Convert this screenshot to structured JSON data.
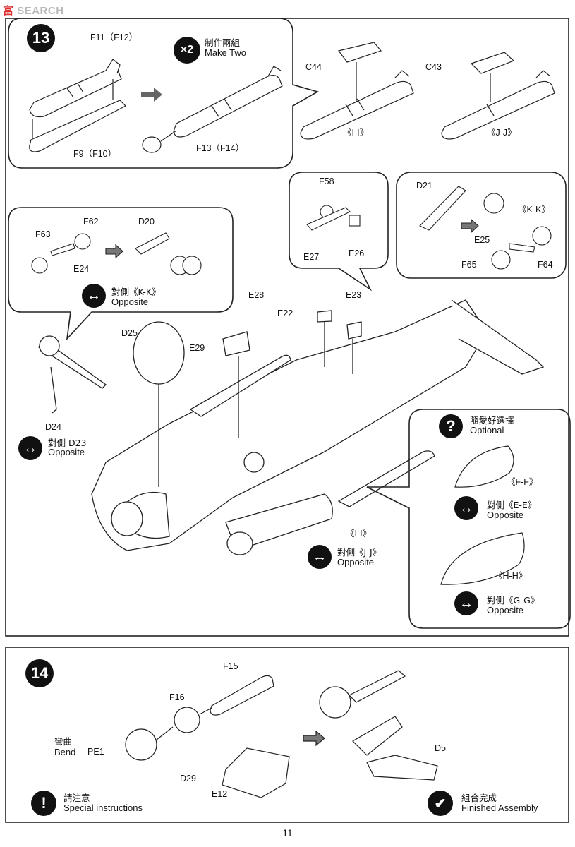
{
  "watermark": {
    "prefix": "富",
    "suffix": "SEARCH"
  },
  "page_number": "11",
  "step13": {
    "number": "13",
    "make_two_mult": "×2",
    "make_two_cn": "制作兩組",
    "make_two_en": "Make Two",
    "labels": {
      "f11": "F11（F12）",
      "f9": "F9（F10）",
      "f13": "F13（F14）",
      "c44": "C44",
      "c43": "C43",
      "ii_top": "《I-I》",
      "jj_top": "《J-J》",
      "f58": "F58",
      "e27": "E27",
      "e26": "E26",
      "d21": "D21",
      "kk_right": "《K-K》",
      "e25": "E25",
      "f65": "F65",
      "f64": "F64",
      "f63": "F63",
      "f62": "F62",
      "e24": "E24",
      "d20": "D20",
      "kk_opp_cn": "對側《K-K》",
      "opposite": "Opposite",
      "e28": "E28",
      "e22": "E22",
      "e23": "E23",
      "d25": "D25",
      "e29": "E29",
      "d24": "D24",
      "d23_opp_cn": "對側 D23",
      "optional_cn": "隨愛好選擇",
      "optional_en": "Optional",
      "ff": "《F-F》",
      "ee_opp_cn": "對側《E-E》",
      "hh": "《H-H》",
      "gg_opp_cn": "對側《G-G》",
      "ii_main": "《I-I》",
      "jj_opp_cn": "對側《J-J》"
    }
  },
  "step14": {
    "number": "14",
    "labels": {
      "f15": "F15",
      "f16": "F16",
      "bend_cn": "彎曲",
      "bend_en": "Bend",
      "pe1": "PE1",
      "d29": "D29",
      "e12": "E12",
      "d5": "D5",
      "special_cn": "請注意",
      "special_en": "Special instructions",
      "finished_cn": "組合完成",
      "finished_en": "Finished Assembly"
    }
  }
}
